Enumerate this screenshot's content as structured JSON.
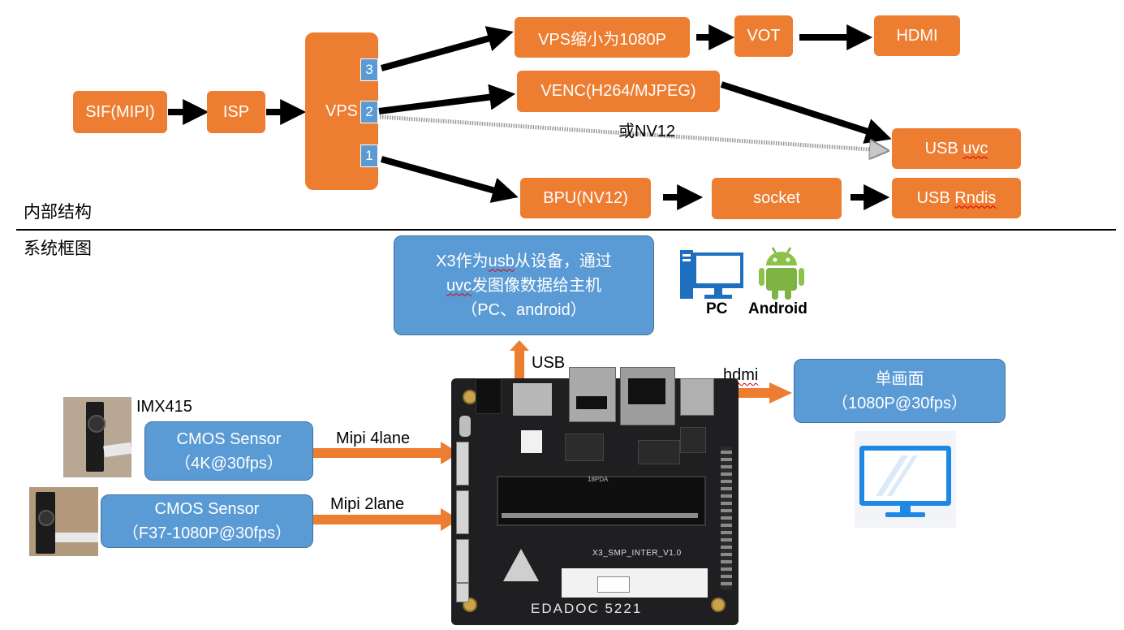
{
  "sections": {
    "internal": "内部结构",
    "system": "系统框图"
  },
  "pipeline": {
    "sif": "SIF(MIPI)",
    "isp": "ISP",
    "vps": "VPS",
    "ports": {
      "p3": "3",
      "p2": "2",
      "p1": "1"
    },
    "vps_scale": "VPS缩小为1080P",
    "vot": "VOT",
    "hdmi": "HDMI",
    "venc": "VENC(H264/MJPEG)",
    "or_nv12": "或NV12",
    "usb_uvc_prefix": "USB ",
    "usb_uvc_suffix": "uvc",
    "bpu": "BPU(NV12)",
    "socket": "socket",
    "usb_rndis_prefix": "USB ",
    "usb_rndis_suffix": "Rndis"
  },
  "system": {
    "host_box": {
      "line1_a": "X3作为",
      "line1_b": "usb",
      "line1_c": "从设备，通过",
      "line2_a": "uvc",
      "line2_b": "发图像数据给主机",
      "line3": "（PC、android）"
    },
    "pc_label": "PC",
    "android_label": "Android",
    "usb_label": "USB",
    "hdmi_label": "hdmi",
    "display_box": {
      "line1": "单画面",
      "line2": "（1080P@30fps）"
    },
    "sensor_name": "IMX415",
    "sensor1": {
      "line1": "CMOS Sensor",
      "line2": "（4K@30fps）"
    },
    "sensor2": {
      "line1": "CMOS Sensor",
      "line2": "（F37-1080P@30fps）"
    },
    "mipi4": "Mipi 4lane",
    "mipi2": "Mipi 2lane",
    "board": {
      "vendor": "EDADOC 5221",
      "model": "X3_SMP_INTER_V1.0",
      "slot": "18PDA"
    }
  },
  "colors": {
    "orange": "#ED7D31",
    "blue": "#5B9BD5",
    "arrow": "#000000",
    "board": "#1f1f22"
  }
}
